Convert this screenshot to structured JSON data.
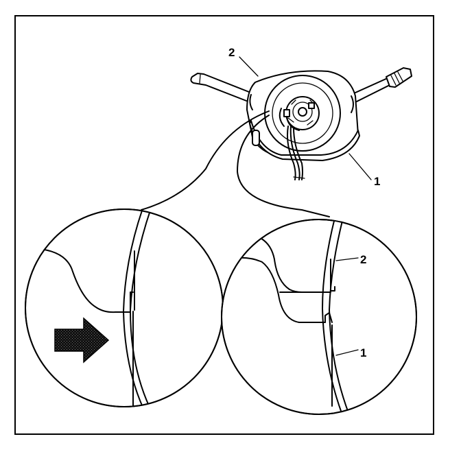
{
  "figure": {
    "callouts": {
      "switch_top_label": "2",
      "housing_label": "1",
      "detail_upper_label": "2",
      "detail_lower_label": "1"
    },
    "colors": {
      "line": "#000000",
      "background": "#ffffff",
      "arrow_fill": "#1a1a1a"
    },
    "icons": {
      "arrow": "right-arrow-icon"
    }
  }
}
